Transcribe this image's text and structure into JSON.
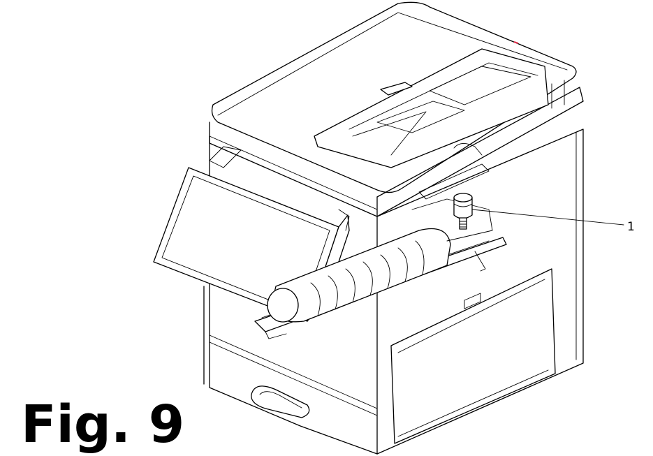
{
  "figure": {
    "caption": "Fig. 9",
    "callouts": [
      {
        "label": "1"
      }
    ]
  },
  "colors": {
    "line": "#000000",
    "background": "#ffffff",
    "accent_mark": "#e0304a"
  },
  "icons": {
    "device": "multifunction-printer-line-art",
    "part": "cylindrical-sensor-part"
  }
}
